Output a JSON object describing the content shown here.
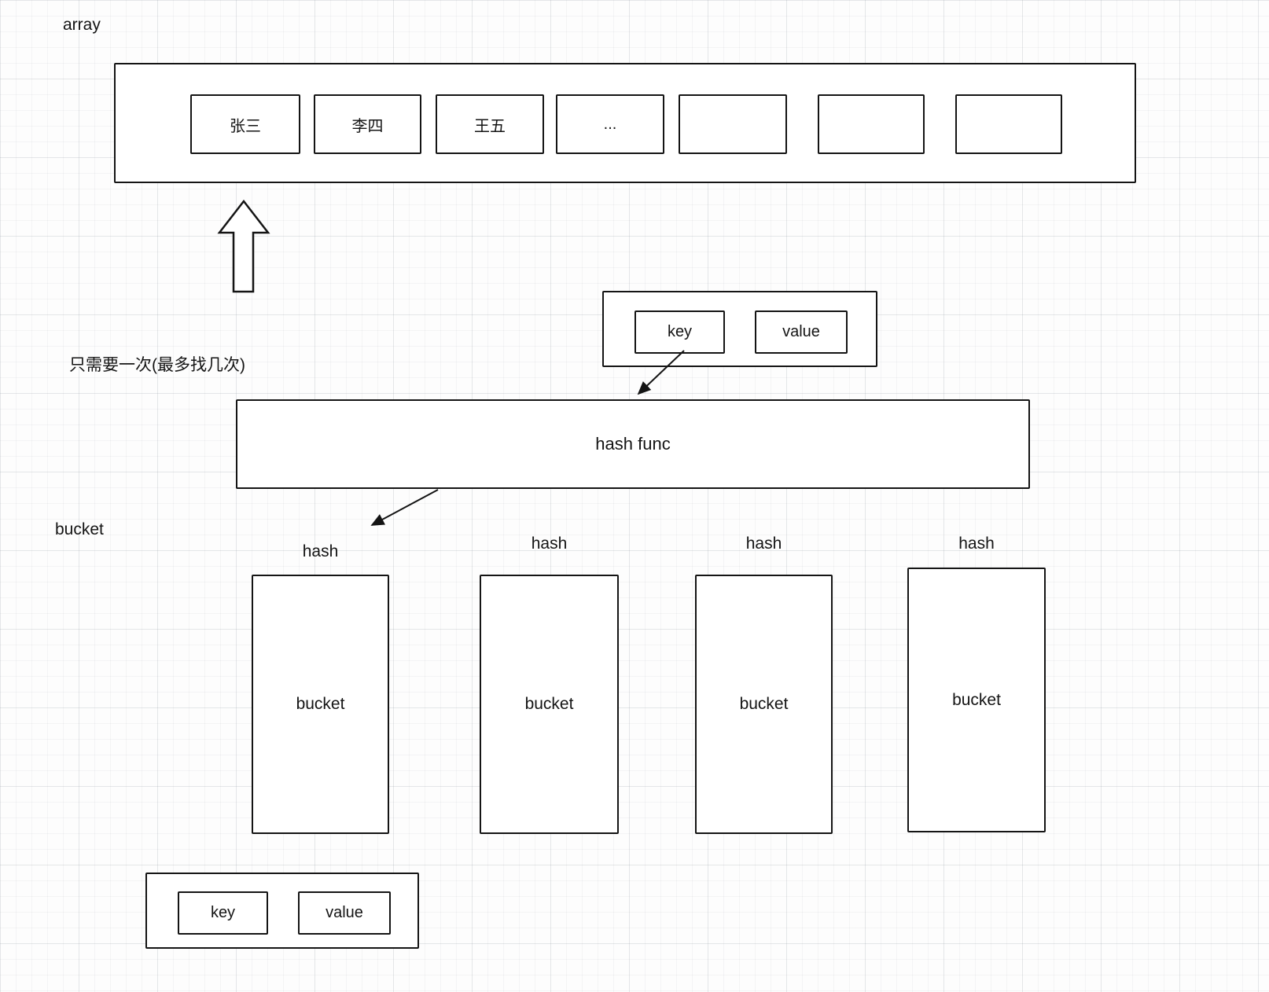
{
  "labels": {
    "array": "array",
    "note": "只需要一次(最多找几次)",
    "bucket_section": "bucket"
  },
  "array": {
    "cells": [
      {
        "label": "张三"
      },
      {
        "label": "李四"
      },
      {
        "label": "王五"
      },
      {
        "label": "..."
      },
      {
        "label": ""
      },
      {
        "label": ""
      },
      {
        "label": ""
      }
    ]
  },
  "key_value_top": {
    "key": "key",
    "value": "value"
  },
  "hash_func": {
    "label": "hash func"
  },
  "buckets": [
    {
      "hash_label": "hash",
      "label": "bucket"
    },
    {
      "hash_label": "hash",
      "label": "bucket"
    },
    {
      "hash_label": "hash",
      "label": "bucket"
    },
    {
      "hash_label": "hash",
      "label": "bucket"
    }
  ],
  "key_value_bottom": {
    "key": "key",
    "value": "value"
  },
  "colors": {
    "stroke": "#141414",
    "shape_fill": "#ffffff",
    "background": "#fdfdfd"
  }
}
